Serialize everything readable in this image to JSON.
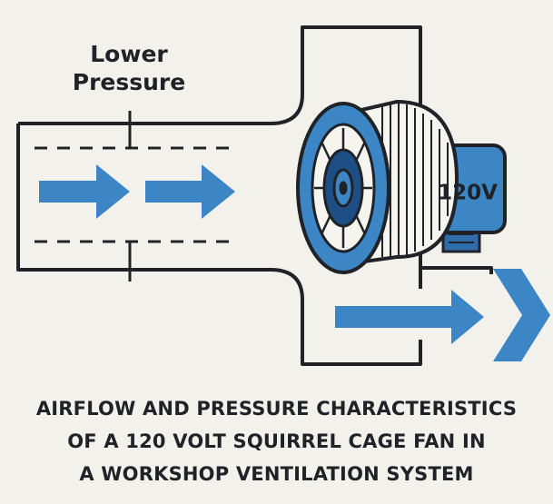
{
  "labels": {
    "pressure_line1": "Lower",
    "pressure_line2": "Pressure",
    "motor_voltage": "120V"
  },
  "caption": {
    "line1": "AIRFLOW AND PRESSURE CHARACTERISTICS",
    "line2": "OF A 120 VOLT SQUIRREL CAGE FAN IN",
    "line3": "A WORKSHOP VENTILATION SYSTEM"
  },
  "colors": {
    "accent_blue": "#3d86c6",
    "dark_blue": "#1d4f84",
    "outline": "#1f2226",
    "background": "#f3f1ec"
  },
  "icons": [
    "airflow-arrow-icon",
    "squirrel-cage-fan-icon",
    "motor-icon"
  ]
}
